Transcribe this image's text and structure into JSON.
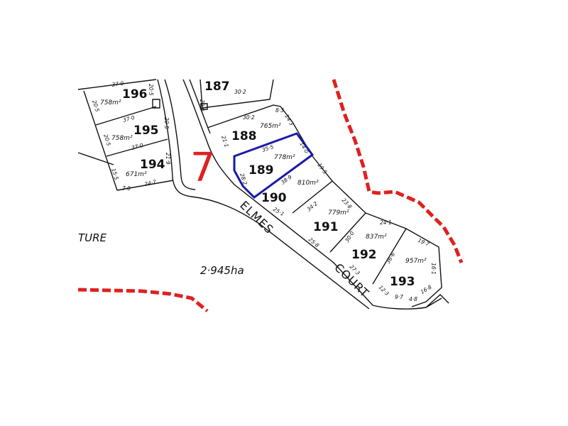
{
  "stage_number": "7",
  "street": {
    "name_1": "ELMES",
    "name_2": "COURT"
  },
  "total_area": "2·945ha",
  "fragment_text": "TURE",
  "highlighted_lot": "189",
  "colors": {
    "highlight": "#1a1aa8",
    "boundary": "#e02020",
    "stage": "#e02020",
    "linework": "#111111"
  },
  "lots": [
    {
      "number": "187",
      "area": "",
      "dims": [
        "20·0",
        "30·2"
      ]
    },
    {
      "number": "188",
      "area": "765m²",
      "dims": [
        "30·2",
        "8·3",
        "14·3",
        "21·1"
      ]
    },
    {
      "number": "189",
      "area": "778m²",
      "dims": [
        "35·5",
        "14·0",
        "28·2"
      ]
    },
    {
      "number": "190",
      "area": "810m²",
      "dims": [
        "38·9",
        "19·5",
        "25·1"
      ]
    },
    {
      "number": "191",
      "area": "779m²",
      "dims": [
        "34·2",
        "23·8",
        "25·8"
      ]
    },
    {
      "number": "192",
      "area": "837m²",
      "dims": [
        "24·1",
        "30·0",
        "27·3"
      ]
    },
    {
      "number": "193",
      "area": "957m²",
      "dims": [
        "19·7",
        "36·6",
        "16·1",
        "12·3",
        "9·7",
        "4·8",
        "16·8"
      ]
    },
    {
      "number": "194",
      "area": "671m²",
      "dims": [
        "15·5",
        "7·0",
        "24·7",
        "21·9"
      ]
    },
    {
      "number": "195",
      "area": "758m²",
      "dims": [
        "37·0",
        "20·5",
        "37·0",
        "20·5"
      ]
    },
    {
      "number": "196",
      "area": "758m²",
      "dims": [
        "37·0",
        "20·5",
        "20·5"
      ]
    }
  ]
}
